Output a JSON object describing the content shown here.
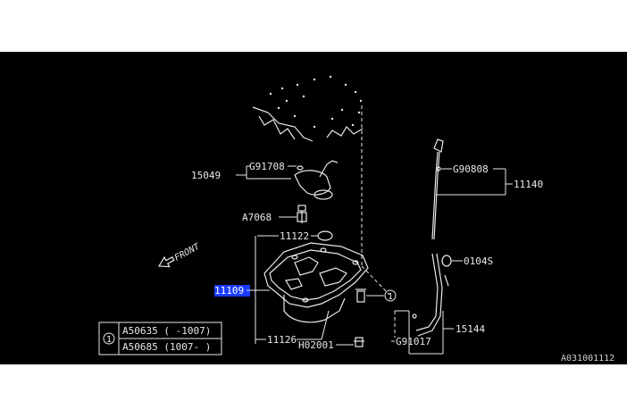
{
  "parts": {
    "p15049": "15049",
    "p_g91708": "G91708",
    "p_a7068": "A7068",
    "p11122": "11122",
    "p11109": "11109",
    "p11126": "11126",
    "p_h02001": "H02001",
    "p_g90808": "G90808",
    "p11140": "11140",
    "p0104s": "0104S",
    "p15144": "15144",
    "p_g91017": "G91017"
  },
  "front_label": "FRONT",
  "callout_marker": "1",
  "legend": {
    "marker": "1",
    "rows": [
      "A50635 ( -1007)",
      "A50685 (1007- )"
    ]
  },
  "reference_code": "A031001112",
  "colors": {
    "background": "#000000",
    "line": "#e8e8e8",
    "highlight": "#1a3bff"
  }
}
